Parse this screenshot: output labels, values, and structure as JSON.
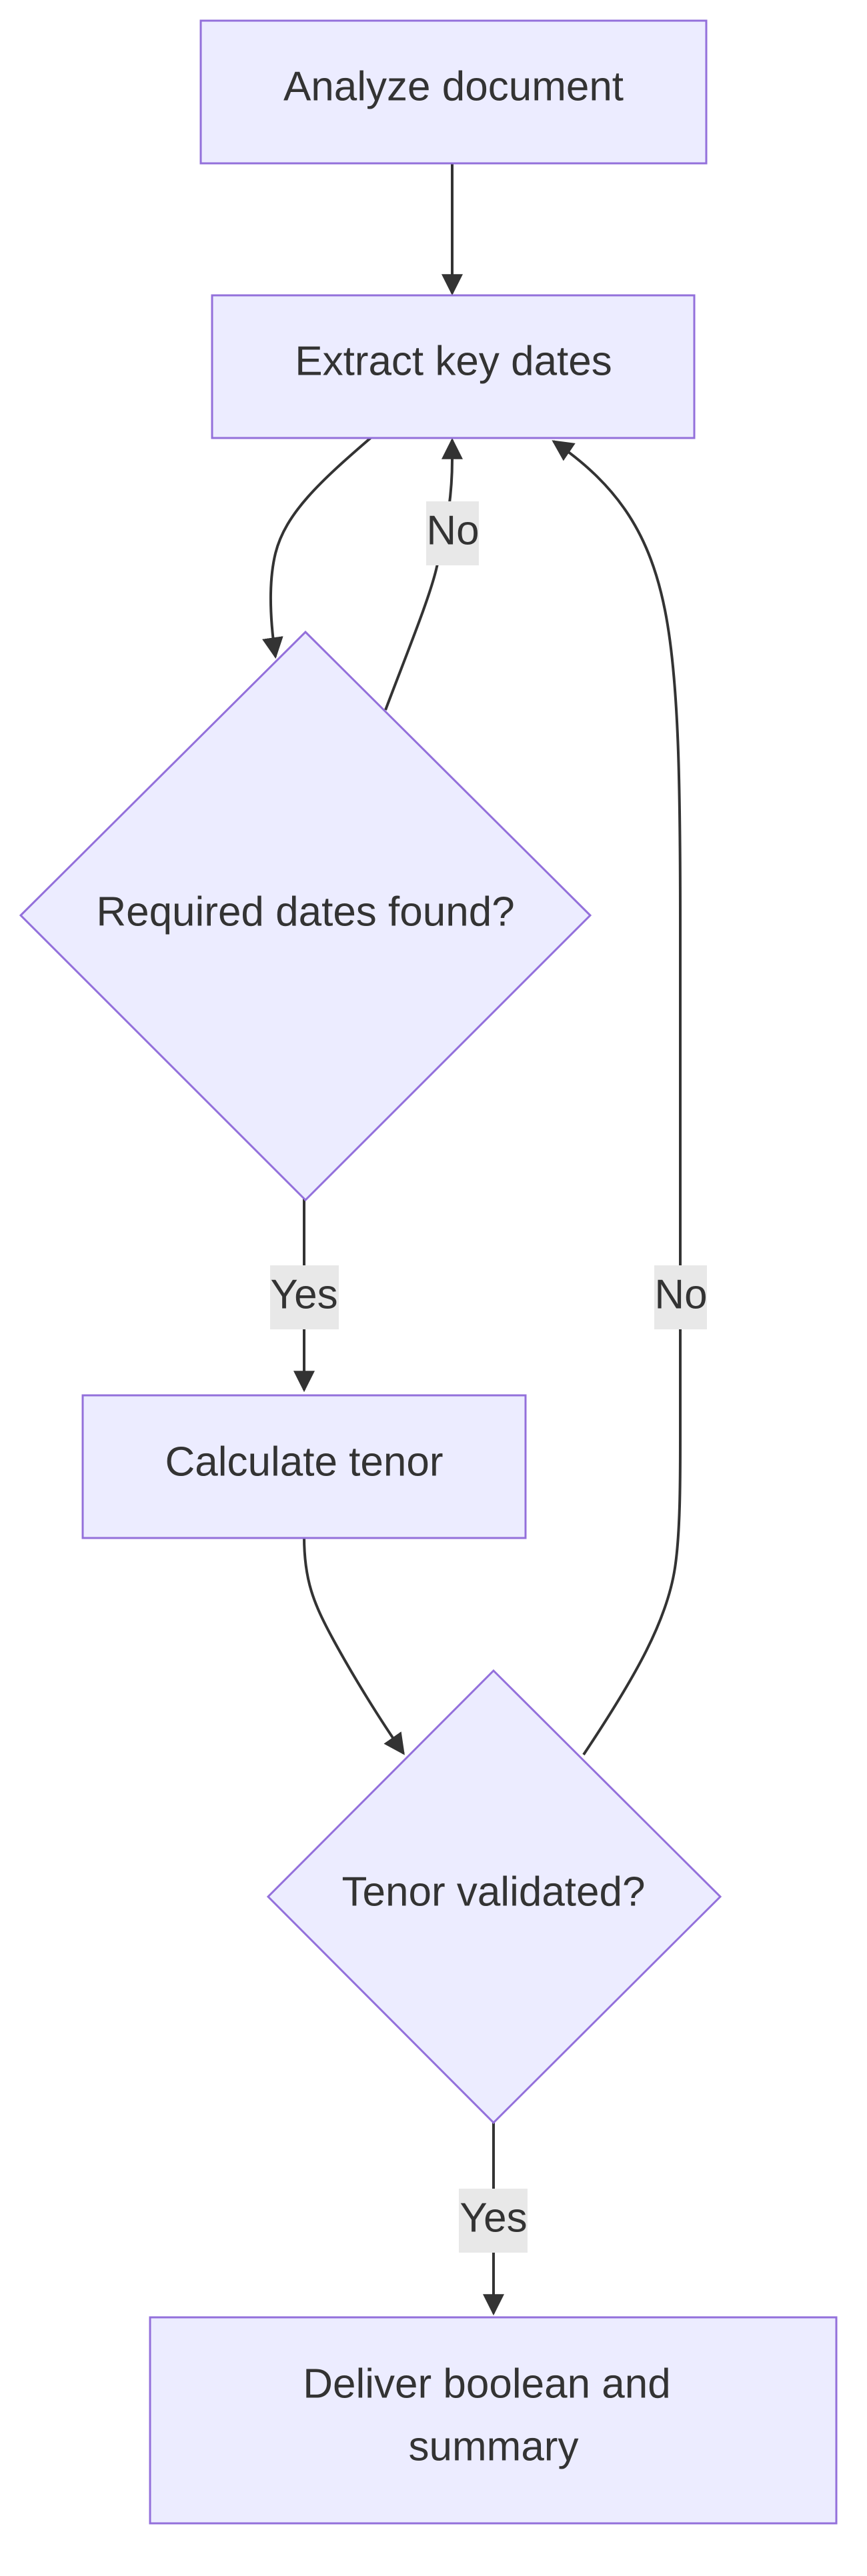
{
  "nodes": {
    "analyze": {
      "label": "Analyze document"
    },
    "extract": {
      "label": "Extract key dates"
    },
    "dates_found": {
      "label": "Required dates found?"
    },
    "calculate": {
      "label": "Calculate tenor"
    },
    "validated": {
      "label": "Tenor validated?"
    },
    "deliver": {
      "label_line1": "Deliver boolean and",
      "label_line2": "summary"
    }
  },
  "edges": {
    "dates_no": {
      "label": "No"
    },
    "dates_yes": {
      "label": "Yes"
    },
    "tenor_no": {
      "label": "No"
    },
    "tenor_yes": {
      "label": "Yes"
    }
  },
  "colors": {
    "node_fill": "#ECECFF",
    "node_stroke": "#9370DB",
    "edge": "#333333",
    "label_bg": "#E8E8E8",
    "text": "#333333"
  }
}
